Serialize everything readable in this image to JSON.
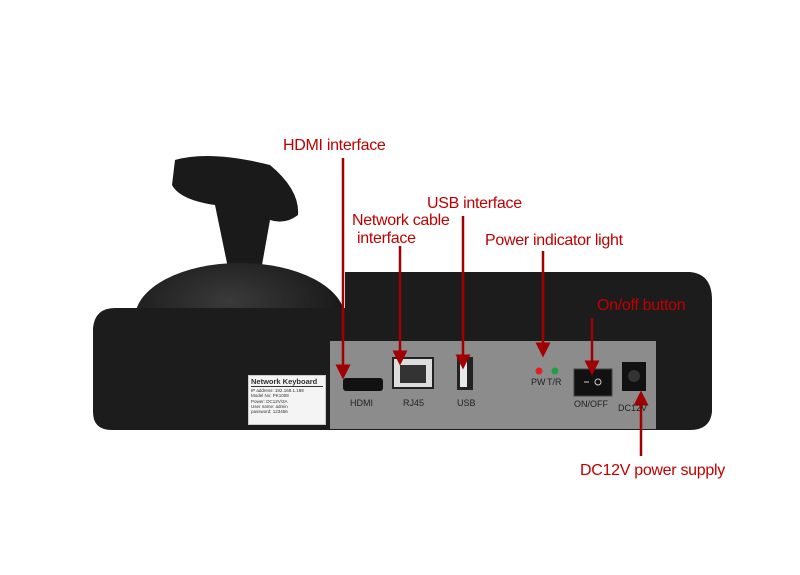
{
  "callouts": {
    "hdmi": "HDMI interface",
    "network_line1": "Network cable",
    "network_line2": "interface",
    "usb": "USB interface",
    "power_light": "Power indicator light",
    "onoff": "On/off button",
    "dc": "DC12V power supply"
  },
  "ports": {
    "hdmi": "HDMI",
    "rj45": "RJ45",
    "usb": "USB",
    "pw": "PW",
    "tr": "T/R",
    "onoff": "ON/OFF",
    "dc": "DC12V"
  },
  "device_label": {
    "title": "Network Keyboard",
    "lines": [
      "IP address: 192.168.1.188",
      "Model No: PK1008",
      "Power:   DC12V/3A",
      "User name:  admin",
      "password:  123456"
    ]
  },
  "colors": {
    "callout": "#c00000",
    "body": "#1c1c1c",
    "panel": "#8c8c8c"
  }
}
